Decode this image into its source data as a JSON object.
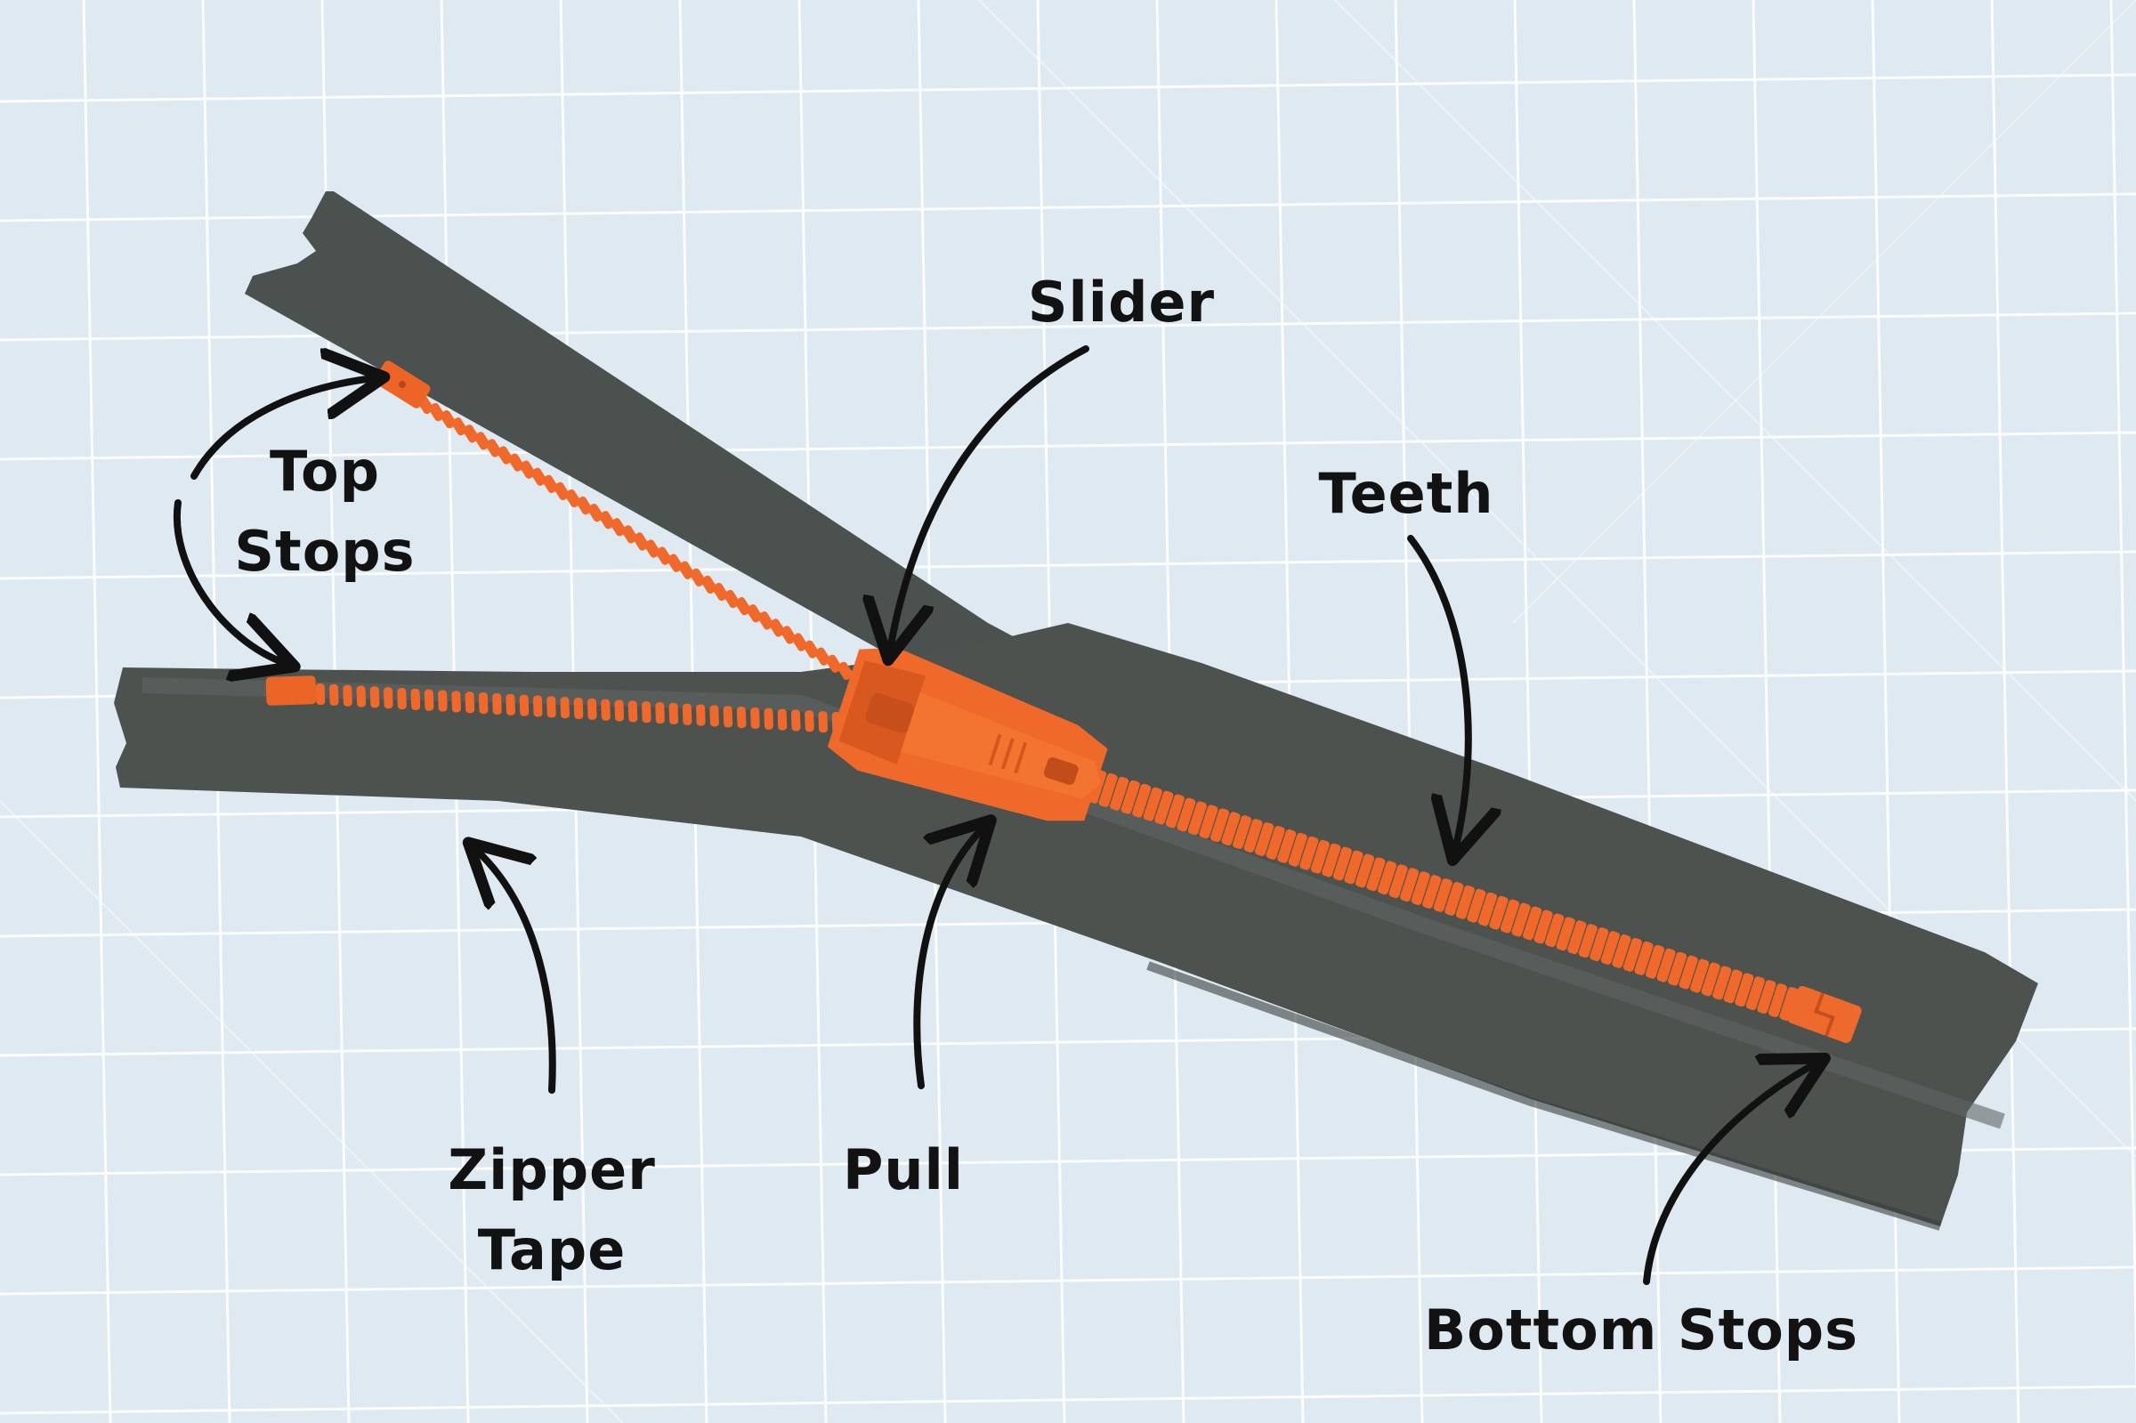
{
  "labels": {
    "slider": "Slider",
    "teeth": "Teeth",
    "top_stops": {
      "line1": "Top",
      "line2": "Stops"
    },
    "zipper_tape": {
      "line1": "Zipper",
      "line2": "Tape"
    },
    "pull": "Pull",
    "bottom_stops": "Bottom Stops"
  },
  "colors": {
    "background": "#dfe9f1",
    "grid": "#ffffff",
    "tape": "#4d524f",
    "teeth": "#f0692a",
    "label_text": "#121212"
  }
}
